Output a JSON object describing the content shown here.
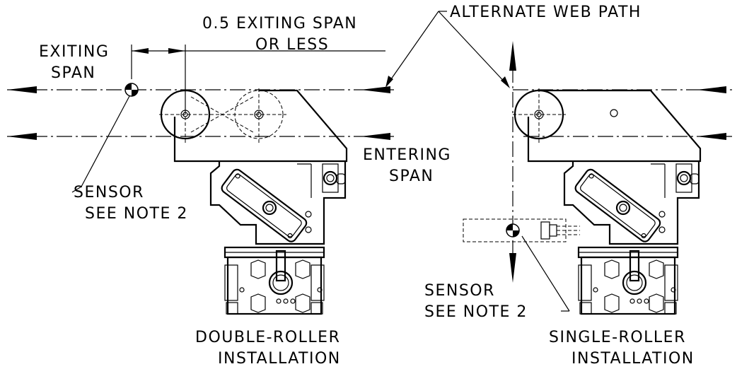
{
  "labels": {
    "exiting_span_l1": "EXITING",
    "exiting_span_l2": "SPAN",
    "half_span_l1": "0.5 EXITING SPAN",
    "half_span_l2": "OR LESS",
    "alternate_web_path": "ALTERNATE WEB PATH",
    "entering_span_l1": "ENTERING",
    "entering_span_l2": "SPAN",
    "sensor_left_l1": "SENSOR",
    "sensor_left_l2": "SEE NOTE 2",
    "sensor_right_l1": "SENSOR",
    "sensor_right_l2": "SEE NOTE 2",
    "double_roller_l1": "DOUBLE-ROLLER",
    "double_roller_l2": "INSTALLATION",
    "single_roller_l1": "SINGLE-ROLLER",
    "single_roller_l2": "INSTALLATION"
  }
}
